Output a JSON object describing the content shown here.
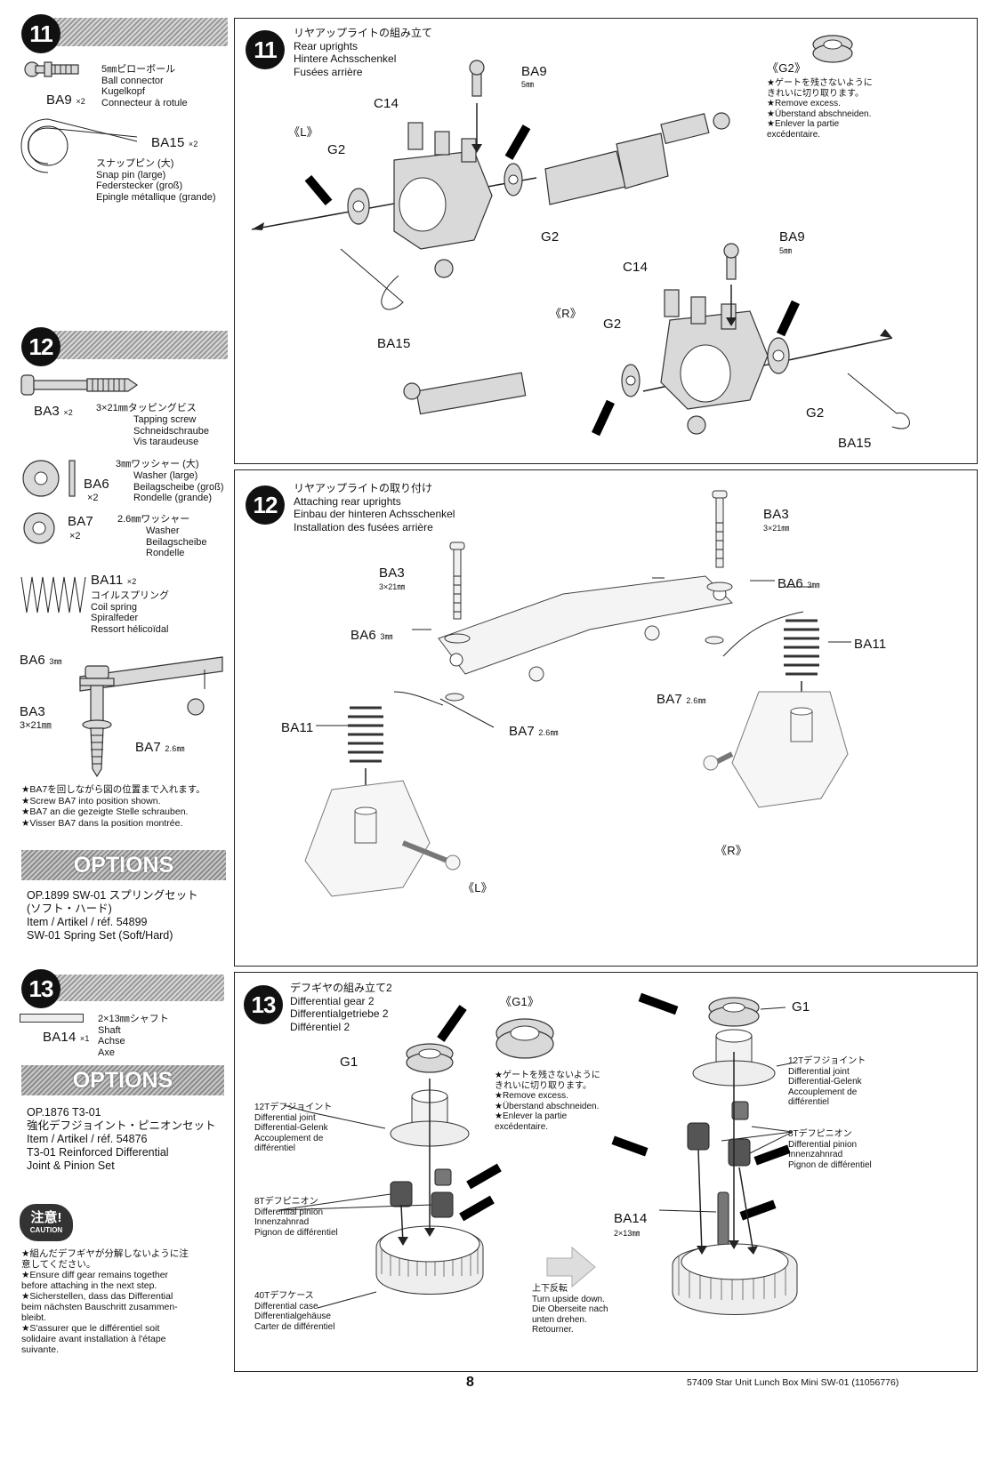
{
  "left": {
    "step11": {
      "num": "11",
      "ba9": {
        "code": "BA9",
        "qty": "×2",
        "desc": "5㎜ピローボール\nBall connector\nKugelkopf\nConnecteur à rotule"
      },
      "ba15": {
        "code": "BA15",
        "qty": "×2",
        "desc": "スナップピン (大)\nSnap pin (large)\nFederstecker (groß)\nEpingle métallique (grande)"
      }
    },
    "step12": {
      "num": "12",
      "ba3": {
        "code": "BA3",
        "qty": "×2",
        "desc_jp": "3×21㎜タッピングビス",
        "desc": "Tapping screw\nSchneidschraube\nVis taraudeuse"
      },
      "ba6": {
        "code": "BA6",
        "qty": "×2",
        "desc_jp": "3㎜ワッシャー (大)",
        "desc": "Washer (large)\nBeilagscheibe (groß)\nRondelle (grande)"
      },
      "ba7": {
        "code": "BA7",
        "qty": "×2",
        "desc_jp": "2.6㎜ワッシャー",
        "desc": "Washer\nBeilagscheibe\nRondelle"
      },
      "ba11": {
        "code": "BA11",
        "qty": "×2",
        "desc": "コイルスプリング\nCoil spring\nSpiralfeder\nRessort hélicoïdal"
      },
      "detail": {
        "ba6": "BA6",
        "ba6_size": "3㎜",
        "ba3": "BA3",
        "ba3_size": "3×21㎜",
        "ba7": "BA7",
        "ba7_size": "2.6㎜"
      },
      "note": "★BA7を回しながら図の位置まで入れます。\n★Screw BA7 into position shown.\n★BA7 an die gezeigte Stelle schrauben.\n★Visser BA7 dans la position montrée.",
      "options_title": "OPTIONS",
      "options_text": "OP.1899 SW-01 スプリングセット\n(ソフト・ハード)\nItem / Artikel / réf. 54899\nSW-01 Spring Set (Soft/Hard)"
    },
    "step13": {
      "num": "13",
      "ba14": {
        "code": "BA14",
        "qty": "×1",
        "desc": "2×13㎜シャフト\nShaft\nAchse\nAxe"
      },
      "options_title": "OPTIONS",
      "options_text": "OP.1876 T3-01\n強化デフジョイント・ピニオンセット\nItem / Artikel / réf. 54876\nT3-01 Reinforced Differential\nJoint & Pinion Set",
      "caution_jp": "注意!",
      "caution_en": "CAUTION",
      "caution_text": "★組んだデフギヤが分解しないように注\n意してください。\n★Ensure diff gear remains together\nbefore attaching in the next step.\n★Sicherstellen, dass das Differential\nbeim nächsten Bauschritt zusammen-\nbleibt.\n★S'assurer que le différentiel soit\nsolidaire avant installation à l'étape\nsuivante."
    }
  },
  "panel11": {
    "num": "11",
    "title": "リヤアップライトの組み立て\nRear uprights\nHintere Achsschenkel\nFusées arrière",
    "labels": {
      "ba9": "BA9",
      "ba9_size": "5㎜",
      "c14": "C14",
      "g2": "G2",
      "ba15": "BA15",
      "L": "《L》",
      "R": "《R》"
    },
    "g2_inset": {
      "title": "《G2》",
      "text": "★ゲートを残さないように\nきれいに切り取ります。\n★Remove excess.\n★Überstand abschneiden.\n★Enlever la partie\nexcédentaire."
    }
  },
  "panel12": {
    "num": "12",
    "title": "リヤアップライトの取り付け\nAttaching rear uprights\nEinbau der hinteren Achsschenkel\nInstallation des fusées arrière",
    "labels": {
      "ba3": "BA3",
      "ba3_size": "3×21㎜",
      "ba6": "BA6",
      "ba6_size": "3㎜",
      "ba7": "BA7",
      "ba7_size": "2.6㎜",
      "ba11": "BA11",
      "L": "《L》",
      "R": "《R》"
    }
  },
  "panel13": {
    "num": "13",
    "title": "デフギヤの組み立て2\nDifferential gear 2\nDifferentialgetriebe 2\nDifférentiel 2",
    "g1_inset": {
      "title": "《G1》",
      "text": "★ゲートを残さないように\nきれいに切り取ります。\n★Remove excess.\n★Überstand abschneiden.\n★Enlever la partie\nexcédentaire."
    },
    "g1": "G1",
    "joint": "12Tデフジョイント\nDifferential joint\nDifferential-Gelenk\nAccouplement de\ndifférentiel",
    "pinion": "8Tデフピニオン\nDifferential pinion\nInnenzahnrad\nPignon de différentiel",
    "case": "40Tデフケース\nDifferential case\nDifferentialgehäuse\nCarter de différentiel",
    "flip": "上下反転\nTurn upside down.\nDie Oberseite nach\nunten drehen.\nRetourner.",
    "ba14": "BA14",
    "ba14_size": "2×13㎜"
  },
  "footer": {
    "page": "8",
    "model": "57409 Star Unit Lunch Box Mini SW-01 (11056776)"
  }
}
